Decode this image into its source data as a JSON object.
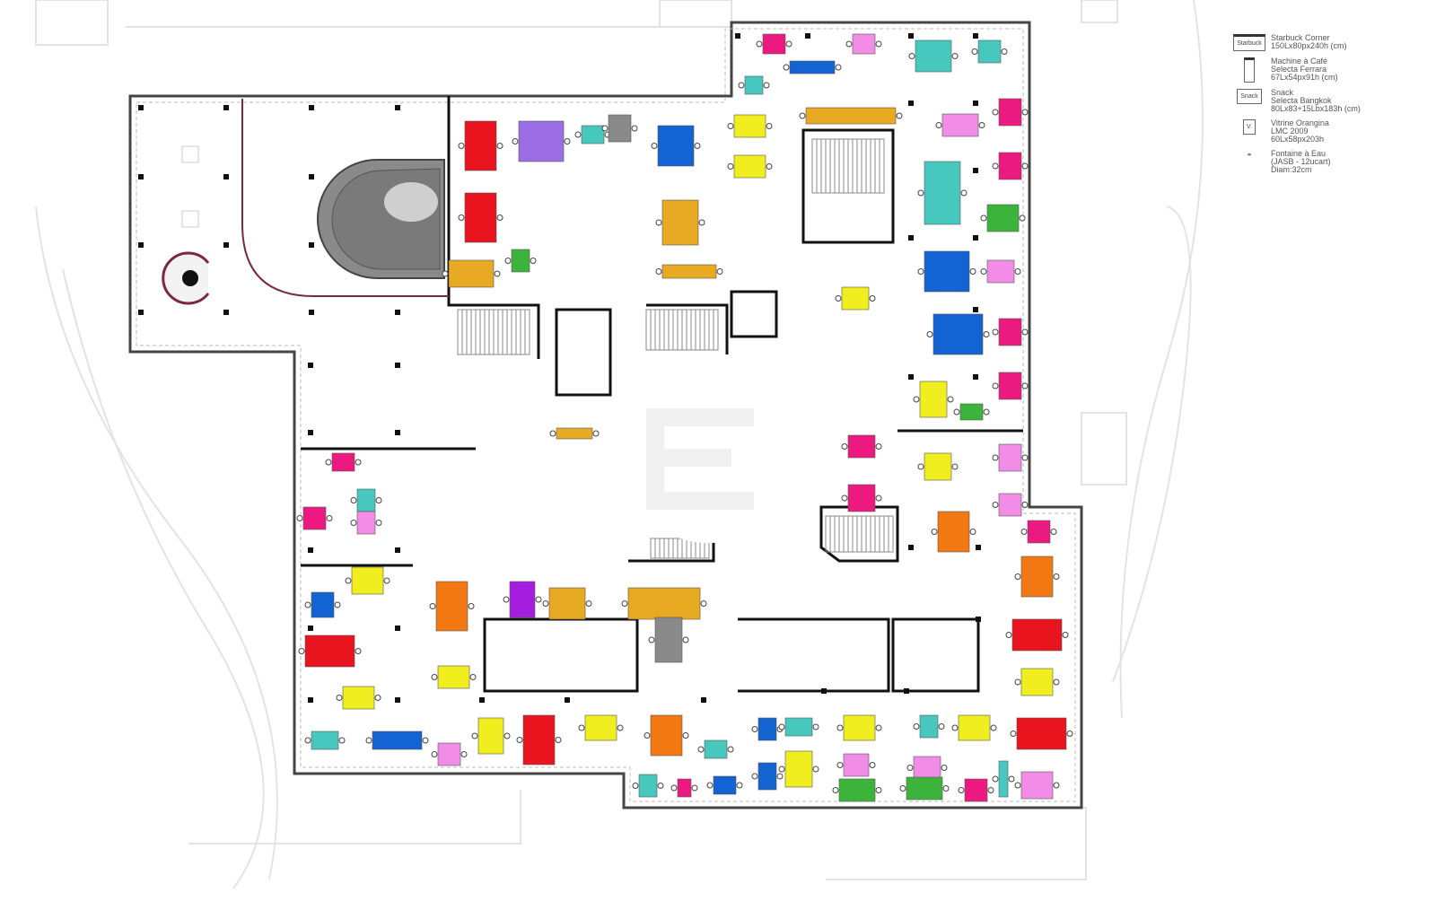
{
  "legend": {
    "items": [
      {
        "symbol": "Starbuck",
        "name": "Starbuck Corner",
        "lines": [
          "150Lx80px240h (cm)"
        ]
      },
      {
        "symbol": "coffee-machine",
        "name": "Machine à Café",
        "lines": [
          "Selecta Ferrara",
          "67Lx54px91h (cm)"
        ]
      },
      {
        "symbol": "Snack",
        "name": "Snack",
        "lines": [
          "Selecta Bangkok",
          "80Lx83+15Lbx183h (cm)"
        ]
      },
      {
        "symbol": "V.",
        "name": "Vitrine Orangina",
        "lines": [
          "LMC 2009",
          "60Lx58px203h"
        ]
      },
      {
        "symbol": "water-fountain",
        "name": "Fontaine à Eau",
        "lines": [
          "(JASB - 12ucart)",
          "Diam:32cm"
        ]
      }
    ]
  },
  "colors": {
    "magenta": "#ec1a80",
    "pink": "#f28ce6",
    "violet": "#9b6ee6",
    "blue": "#1463d2",
    "teal": "#46c8be",
    "red": "#e8141e",
    "yellow": "#f0ee1e",
    "orange": "#f27814",
    "gold": "#e8aa22",
    "green": "#3cb43c",
    "purple": "#a51ee0",
    "gray": "#8a8a8a",
    "wall": "#111111",
    "curve": "#7a2a3a"
  }
}
